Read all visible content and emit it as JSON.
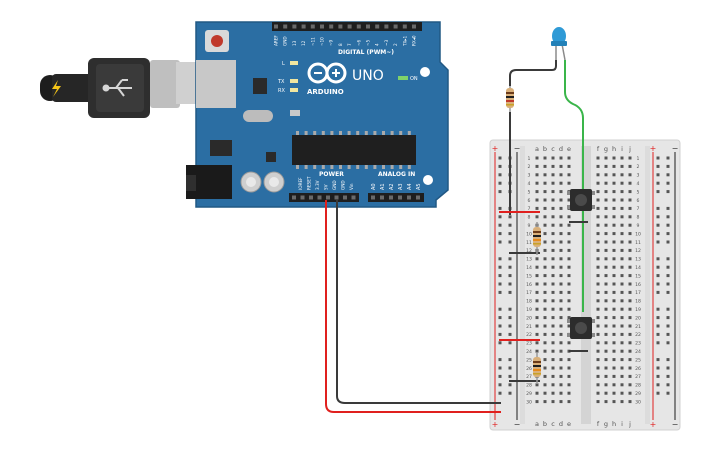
{
  "arduino": {
    "brand": "ARDUINO",
    "model": "UNO",
    "on_label": "ON",
    "digital_label": "DIGITAL (PWM~)",
    "power_label": "POWER",
    "analog_label": "ANALOG IN",
    "led_labels": [
      "L",
      "TX",
      "RX"
    ],
    "top_pins": [
      "AREF",
      "GND",
      "13",
      "12",
      "~11",
      "~10",
      "~9",
      "8",
      "7",
      "~6",
      "~5",
      "4",
      "~3",
      "2",
      "TX▸1",
      "RX◂0"
    ],
    "power_pins": [
      "IOREF",
      "RESET",
      "3.3V",
      "5V",
      "GND",
      "GND",
      "Vin"
    ],
    "analog_pins": [
      "A0",
      "A1",
      "A2",
      "A3",
      "A4",
      "A5"
    ]
  },
  "breadboard": {
    "column_letters_left": [
      "a",
      "b",
      "c",
      "d",
      "e"
    ],
    "column_letters_right": [
      "f",
      "g",
      "h",
      "i",
      "j"
    ],
    "plus_label": "+",
    "minus_label": "−",
    "row_count": 30
  },
  "colors": {
    "board": "#2a6ea3",
    "wire_red": "#e0201e",
    "wire_black": "#3a3a3a",
    "wire_green": "#3ab54a",
    "led_blue": "#2f9ad6"
  }
}
